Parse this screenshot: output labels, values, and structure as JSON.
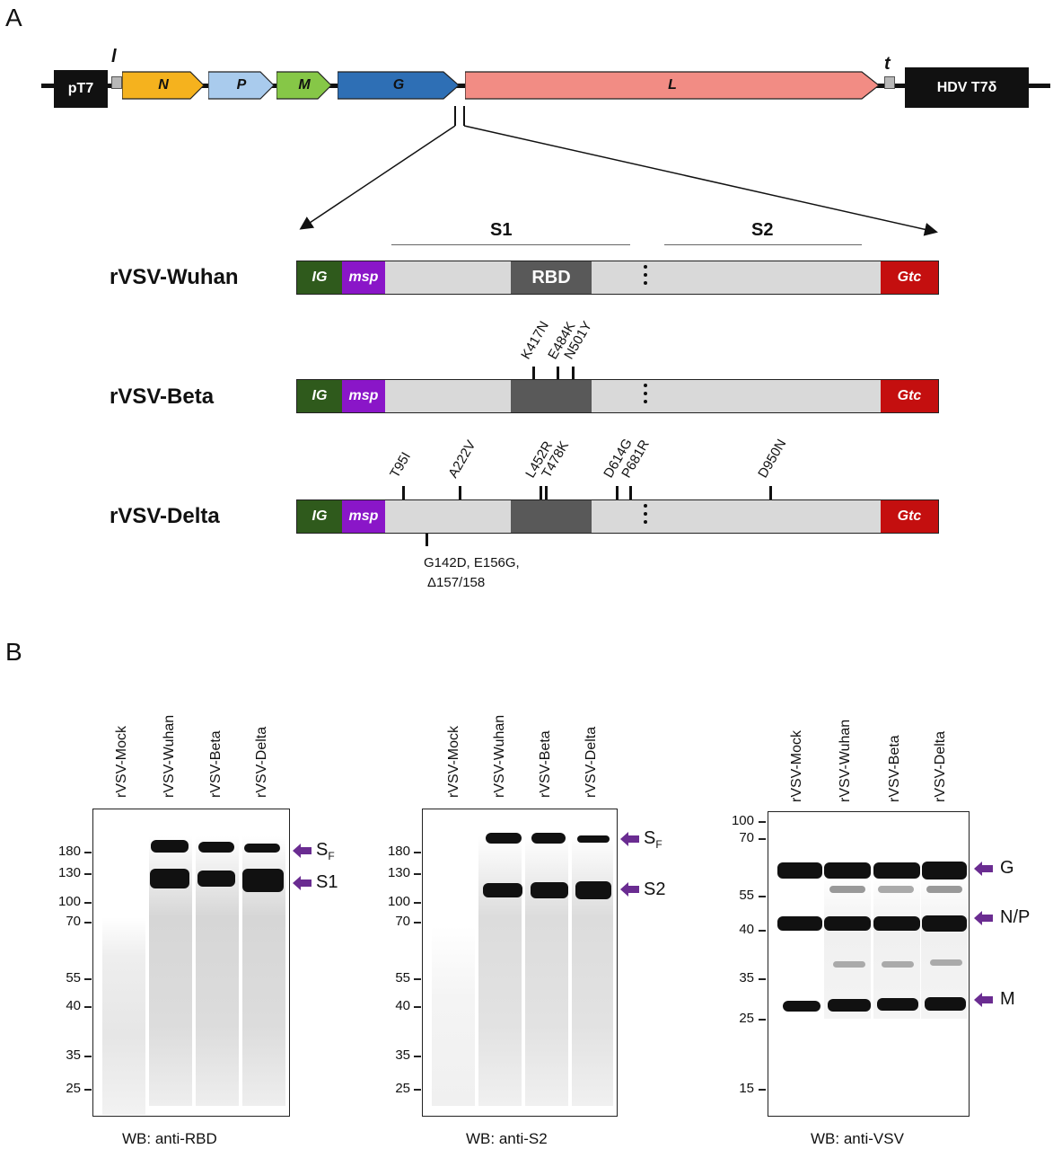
{
  "panel_a": {
    "letter": "A",
    "genome": {
      "promoter": "pT7",
      "genes": [
        "N",
        "P",
        "M",
        "G",
        "L"
      ],
      "leader": "l",
      "trailer": "t",
      "terminator": "HDV T7δ",
      "colors": {
        "N": "#f5b21e",
        "P": "#a9cbed",
        "M": "#86c747",
        "G": "#2e6fb5",
        "L": "#f28c84"
      }
    },
    "regions": {
      "s1": "S1",
      "s2": "S2"
    },
    "segments": {
      "ig": "IG",
      "msp": "msp",
      "gtc": "Gtc",
      "rbd": "RBD"
    },
    "segment_colors": {
      "ig": "#2f5a1c",
      "msp": "#8a16c8",
      "gtc": "#c40f0f",
      "rbd": "#595959",
      "body": "#d9d9d9"
    },
    "constructs": [
      {
        "name": "rVSV-Wuhan",
        "mutations_above": [],
        "mutations_below": []
      },
      {
        "name": "rVSV-Beta",
        "mutations_above": [
          "K417N",
          "E484K",
          "N501Y"
        ],
        "mutations_below": []
      },
      {
        "name": "rVSV-Delta",
        "mutations_above": [
          "T95I",
          "A222V",
          "L452R",
          "T478K",
          "D614G",
          "P681R",
          "D950N"
        ],
        "mutations_below": [
          "G142D, E156G,",
          "Δ157/158"
        ]
      }
    ]
  },
  "panel_b": {
    "letter": "B",
    "lanes": [
      "rVSV-Mock",
      "rVSV-Wuhan",
      "rVSV-Beta",
      "rVSV-Delta"
    ],
    "arrow_color": "#6a2c91",
    "blots": [
      {
        "caption": "WB: anti-RBD",
        "markers": [
          "180",
          "130",
          "100",
          "70",
          "55",
          "40",
          "35",
          "25"
        ],
        "bands": [
          {
            "main": "S",
            "sub": "F"
          },
          {
            "main": "S1",
            "sub": ""
          }
        ]
      },
      {
        "caption": "WB: anti-S2",
        "markers": [
          "180",
          "130",
          "100",
          "70",
          "55",
          "40",
          "35",
          "25"
        ],
        "bands": [
          {
            "main": "S",
            "sub": "F"
          },
          {
            "main": "S2",
            "sub": ""
          }
        ]
      },
      {
        "caption": "WB: anti-VSV",
        "markers": [
          "100",
          "70",
          "55",
          "40",
          "35",
          "25",
          "15"
        ],
        "bands": [
          {
            "main": "G",
            "sub": ""
          },
          {
            "main": "N/P",
            "sub": ""
          },
          {
            "main": "M",
            "sub": ""
          }
        ]
      }
    ]
  }
}
